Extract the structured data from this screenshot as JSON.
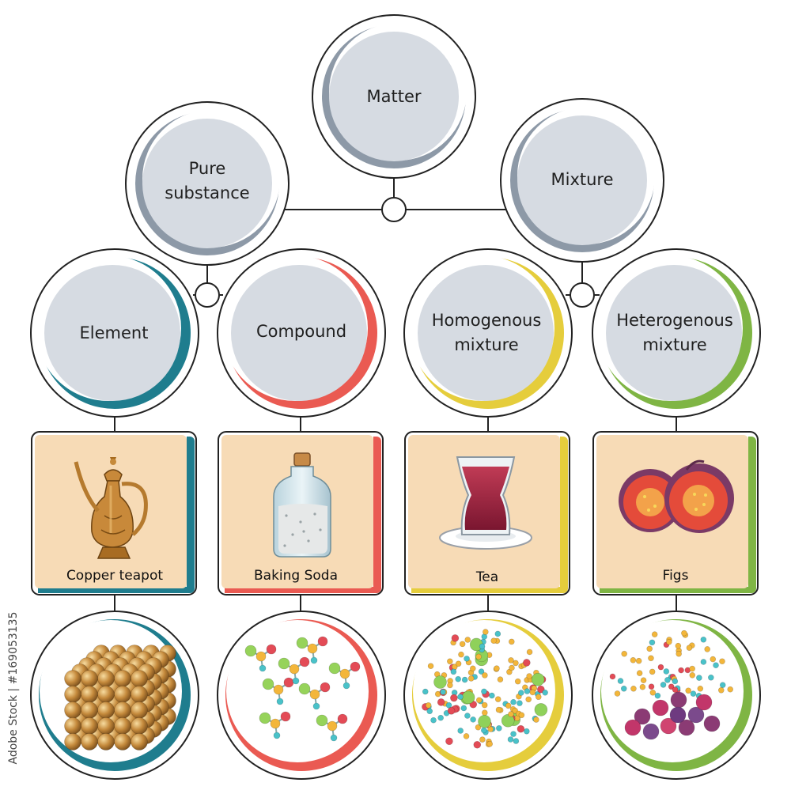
{
  "nodes": {
    "matter": {
      "label": "Matter"
    },
    "pure_substance": {
      "label_line1": "Pure",
      "label_line2": "substance"
    },
    "mixture": {
      "label": "Mixture"
    },
    "element": {
      "label": "Element"
    },
    "compound": {
      "label": "Compound"
    },
    "homogenous": {
      "label_line1": "Homogenous",
      "label_line2": "mixture"
    },
    "heterogenous": {
      "label_line1": "Heterogenous",
      "label_line2": "mixture"
    }
  },
  "examples": {
    "element": {
      "caption": "Copper teapot"
    },
    "compound": {
      "caption": "Baking Soda"
    },
    "homogenous": {
      "caption": "Tea"
    },
    "heterogenous": {
      "caption": "Figs"
    }
  },
  "watermark": {
    "text": "Adobe Stock | #169053135"
  },
  "colors": {
    "gray_ring": "#8d99a7",
    "teal_ring": "#1f7d8e",
    "red_ring": "#ea5a52",
    "yellow_ring": "#e5cd3c",
    "green_ring": "#7fb544",
    "inner_fill": "#d6dbe2",
    "card_fill": "#f7dbb6"
  }
}
